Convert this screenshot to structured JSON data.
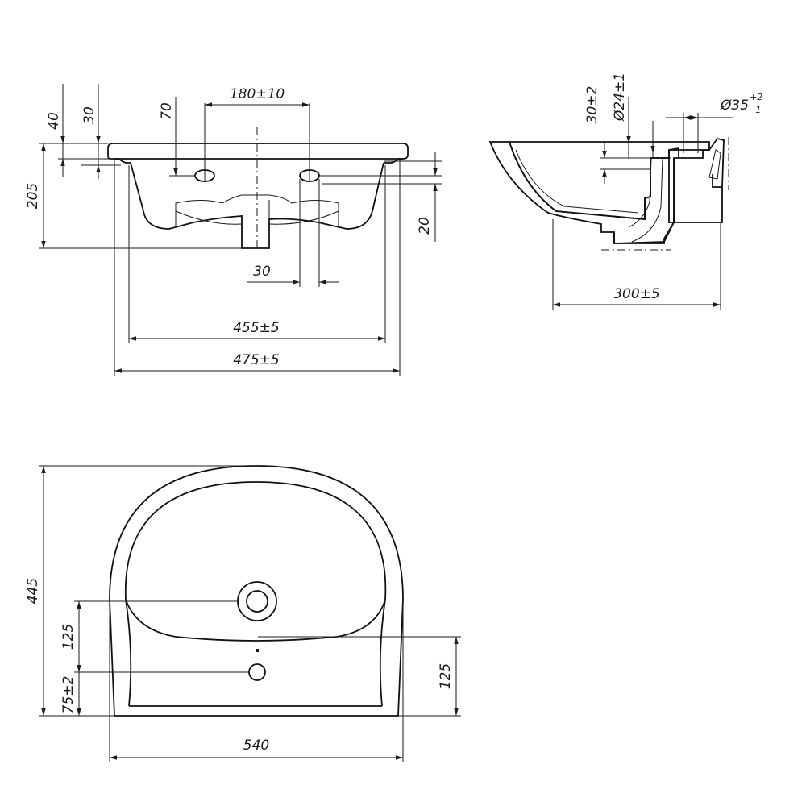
{
  "front_view": {
    "dim_40": "40",
    "dim_30_top": "30",
    "dim_70": "70",
    "dim_180": "180±10",
    "dim_205": "205",
    "dim_20": "20",
    "dim_30_bottom": "30",
    "dim_455": "455±5",
    "dim_475": "475±5"
  },
  "side_view": {
    "dim_30_2": "30±2",
    "dim_24": "Ø24±1",
    "dim_35": "Ø35",
    "dim_35_plus": "+2",
    "dim_35_minus": "−1",
    "dim_300": "300±5"
  },
  "top_view": {
    "dim_445": "445",
    "dim_125_left": "125",
    "dim_75": "75±2",
    "dim_125_right": "125",
    "dim_540": "540"
  }
}
